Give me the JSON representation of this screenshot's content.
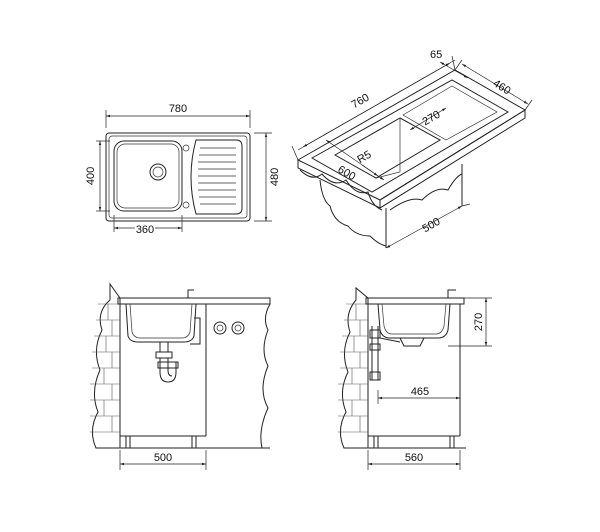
{
  "top_view": {
    "width": "780",
    "depth": "480",
    "bowl_depth": "400",
    "bowl_width": "360"
  },
  "iso_view": {
    "length": "760",
    "overhang": "65",
    "depth": "460",
    "bowl_width": "270",
    "radius": "R5",
    "front": "600",
    "cabinet": "500"
  },
  "front_section": {
    "cabinet_width": "500"
  },
  "side_section": {
    "cabinet_depth": "560",
    "drain_offset": "465",
    "bowl_height": "270"
  },
  "colors": {
    "line": "#222222",
    "background": "#ffffff"
  }
}
